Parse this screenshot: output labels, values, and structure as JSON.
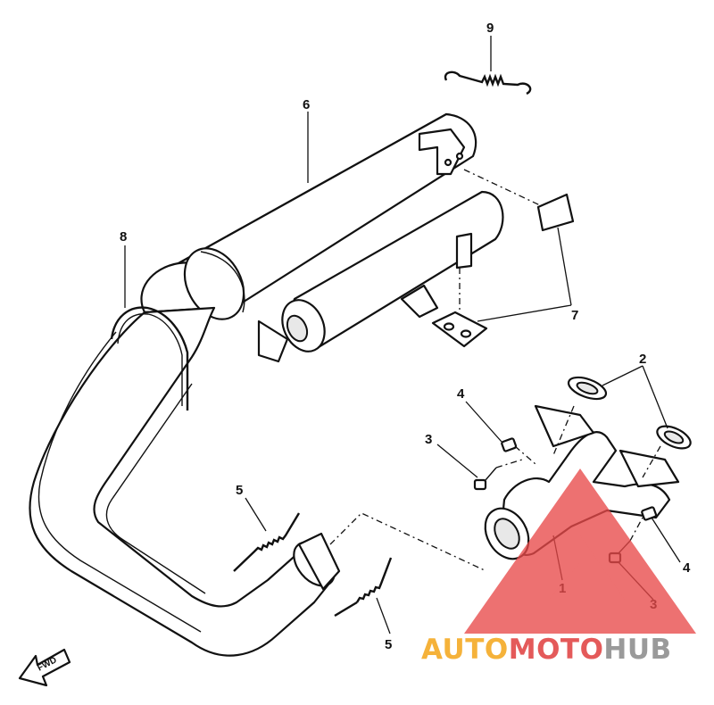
{
  "callouts": {
    "c1": "1",
    "c2": "2",
    "c3a": "3",
    "c3b": "3",
    "c4a": "4",
    "c4b": "4",
    "c5a": "5",
    "c5b": "5",
    "c6": "6",
    "c7": "7",
    "c8": "8",
    "c9": "9"
  },
  "arrow": {
    "label": "FWD"
  },
  "watermark": {
    "auto": "AUTO",
    "moto": "MOTO",
    "hub": "HUB",
    "colors": {
      "auto": "#f5b23a",
      "moto": "#e45a5a",
      "hub": "#9a9a9a",
      "logo": "#e84a4a"
    }
  }
}
